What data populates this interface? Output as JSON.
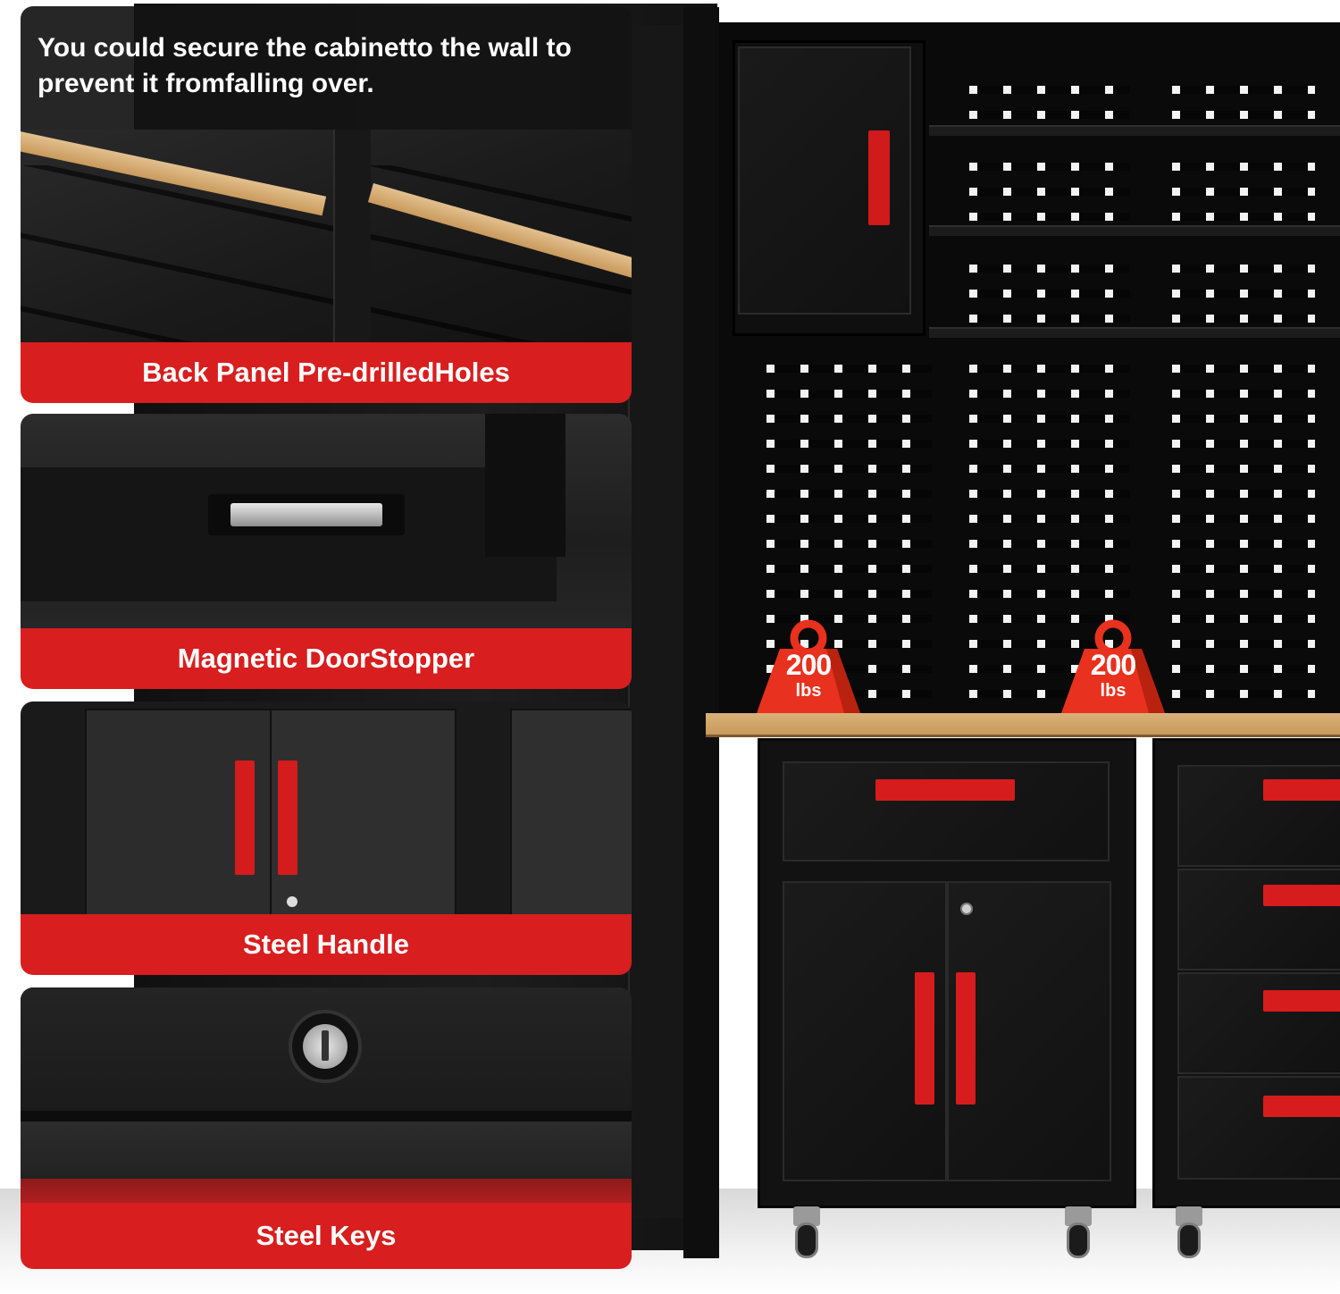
{
  "overlay": {
    "tip": "You could secure the cabinetto the wall to prevent it fromfalling over.",
    "features": [
      {
        "label": "Back Panel Pre-drilledHoles"
      },
      {
        "label": "Magnetic DoorStopper"
      },
      {
        "label": "Steel Handle"
      },
      {
        "label": "Steel Keys"
      }
    ]
  },
  "badges": [
    {
      "value": "200",
      "unit": "lbs"
    },
    {
      "value": "200",
      "unit": "lbs"
    }
  ],
  "colors": {
    "accent_red": "#d81e1e",
    "cabinet_black": "#121212",
    "wood": "#c89a5c",
    "badge_red": "#e8311e"
  }
}
